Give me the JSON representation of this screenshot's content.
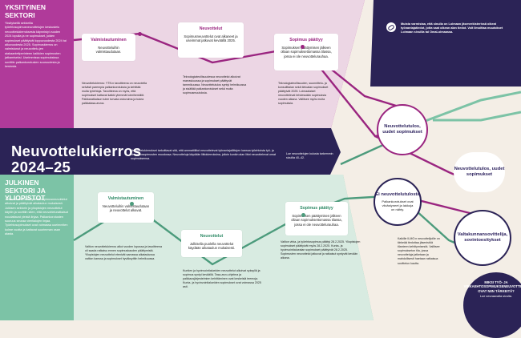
{
  "colors": {
    "purple": "#b03a9a",
    "teal": "#7cc3a6",
    "navy": "#2b2356",
    "beige": "#f4eee6",
    "line_purple": "#9a2580",
    "line_teal": "#4c9b7c"
  },
  "state_sector": {
    "title": "YKSITYINEN SEKTORI",
    "text": "Yksityisellä sektorilla työehtosopimusneuvottelujen keskustelu neuvottelukierroksesta käynnistyi vuoden 2024 lopulla ja ne sopimukset, joiden sopimukset päättyivät loppuvuodesta 2024 tai alkuvuodesta 2025. Sopimuskierros on valmistunut ja neuvottelu-jen aiakaantetiperinteen kaikkien sopimusten jatkamiseksi. Useimmissa sopimuksissa sovittiin palkankorotusten suuruudesta ja kestosta."
  },
  "public_sector": {
    "title": "JULKINEN SEKTORI JA YLIOPISTOT",
    "text": "Julkisella sektorilla työehtosopimusneuvottelut alkoivat ja päättyivät aikataulun mukaisesti. Julkisen sektorin ja yliopistojen neuvottelut käytiin ja sovittiin siten, että neuvotteluratkaisut noudattavat yleistä linjaa. Palkankorotusten suuruus seuraa vientialojen linjaa. Työehtosopimukset ovat voimassa useimmiten kolme vuotta ja kattavat suurimman osan alasta."
  },
  "banner": {
    "title_line1": "Neuvottelukierros",
    "title_line2": "2024–25",
    "text": "Neuvottelukierrokset tarkoittavat sitä, että ammattiliitot neuvottelevat työnantajaliittojen kanssa työehtoista työ- ja virkaehtosopimusten muodossa. Neuvotteluja käydään liittokierroksina, jolloin kunkin alan liitot neuvottelevat omat sopimuksensa.",
    "link_text": "Lue neuvottelujen kulusta tarkemmin sivuilta 40–42."
  },
  "top_row": {
    "card1": {
      "title": "Valmistautuminen",
      "text": "Neuvotteluihin valmistaudutaan."
    },
    "card2": {
      "title": "Neuvottelut",
      "text": "Sopimusneuvottelut ovat alkaneet ja useimmat jatkuvat keväällä 2025."
    },
    "card3": {
      "title": "Sopimus päättyy",
      "text": "Sopimuksen päättymisen jälkeen ollaan sopimuksettomassa tilassa, jossa ei ole neuvottelurauhaa."
    }
  },
  "top_notes": {
    "note1": "Neuvottelukierros: YTN:n tavoitteena on neuvotella selvästi parempia palkankorotuksia ja kehittää muita työehtoja. Tavoitteena on myös, että sopimukset kattavat kaikki ylemmät toimihenkilöt. Palkkaratkaisun tulee turvata ostovoima ja tukea palkkatasa-arvoa.",
    "note2": "Teknologiateollisuudessa neuvottelut alkoivat marraskuussa ja sopimukset päättyvät tammikuussa. Neuvottelutulos syntyi helmikuussa ja sisältää palkankorotukset sekä muita sopimusmuutoksia.",
    "note3": "Teknologiateollisuuden, suunnittelu- ja konsulttialan sekä tietoalan sopimukset päättyivät 2025. Loimaalaiset neuvottelevat tehdessään sopimuksia vuoden aikana. Vallitsee myös muita sopimuksia."
  },
  "bottom_row": {
    "card1": {
      "title": "Valmistautuminen",
      "text": "Neuvotteluihin valmistaudutaan ja neuvottelut alkavat."
    },
    "card2": {
      "title": "Neuvottelut",
      "text": "Julkisella puolella neuvottelut käydään aikataulun mukaisesti."
    },
    "card3": {
      "title": "Sopimus päättyy",
      "text": "Sopimuksen päättymisen jälkeen ollaan sopimuksettomassa tilassa, jossa ei ole neuvottelurauhaa."
    }
  },
  "bottom_notes": {
    "note1": "Valtion neuvottelukierros alkoi vuoden lopussa ja tavoitteena oli saada ratkaisu ennen sopimuskauden päättymistä. Yliopistojen neuvottelut etenivät samassa aikataulussa valtion kanssa ja sopimukset hyväksyttiin helmikuussa.",
    "note2": "Kuntien ja hyvinvointialueiden neuvottelut alkoivat syksyllä ja sopimus syntyi keväällä. Tasa-arvo-ohjelma ja palkkausjärjestelmien kehittäminen ovat keskeisiä teemoja. Kunta- ja hyvinvointialueiden sopimukset ovat voimassa 2025 asti.",
    "note3": "Valtion virka- ja työehtosopimus päättyi 28.2.2025. Yliopistojen sopimukset päättyivät myös 28.2.2025. Kunta- ja hyvinvointialuealan sopimukset päättyivät 28.2.2025. Sopimusten neuvottelut jatkuvat ja ratkaisut syntyvät kevään aikana."
  },
  "info_box": {
    "text": "Muista varmistaa, että sinulla on Loimaan jäsenrekisterissä oikeat työnantajatiedot, jotta saat oikean alan tiedot. Voit ilmoittaa muutokset Loimaan sivuilla tai OmaLoimaassa."
  },
  "outcomes": {
    "circle1": {
      "label": "Neuvottelutulos, uudet sopimukset"
    },
    "circle2": {
      "label": "Neuvottelutulos, uudet sopimukset"
    },
    "circle3": {
      "label": "Ei neuvottelutulosta",
      "sub": "Palkankorotukset ovat viivästyneet ja lakkoja on nähty."
    },
    "circle4": {
      "label": "Valtakunnansovittelija, sovintoesitykset"
    }
  },
  "right_note": "Kaikille ILMO:n neuvottelijoille on tärkeää tiedottaa jäsenistöä tilanteen kehittymisestä. Vallitsee sopimukseton tila, jossa neuvotteluja jatketaan ja mahdollisesti haetaan ratkaisua sovittelun kautta.",
  "bottom_right": {
    "title": "MIKSI TYÖ- JA VIRKAEHTOSOPIMUKSENEUVOTTELUT OVAT NIIN TÄRKEITÄ?",
    "link": "Lue seuraavalta sivulta."
  }
}
